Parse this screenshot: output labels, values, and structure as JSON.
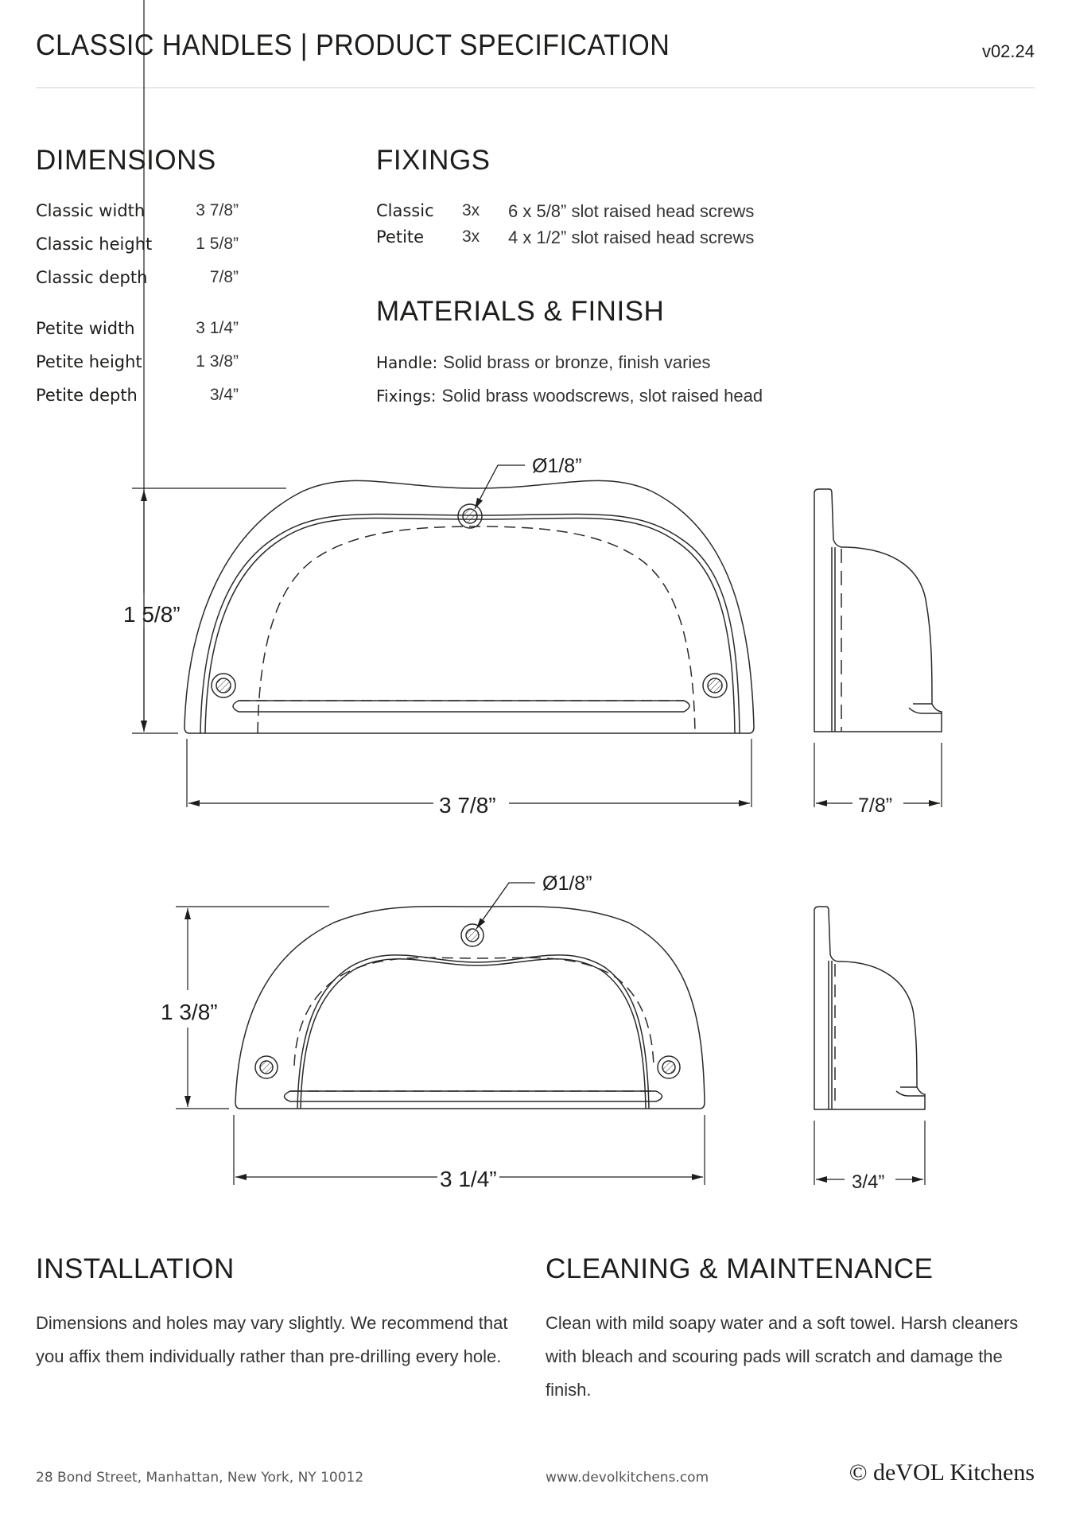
{
  "header": {
    "title": "CLASSIC HANDLES  |  PRODUCT SPECIFICATION",
    "version": "v02.24"
  },
  "dimensions": {
    "title": "DIMENSIONS",
    "rows": [
      {
        "label": "Classic width",
        "value": "3 7/8”"
      },
      {
        "label": "Classic height",
        "value": "1 5/8”"
      },
      {
        "label": "Classic depth",
        "value": "7/8”"
      },
      {
        "label": "Petite width",
        "value": "3 1/4”"
      },
      {
        "label": "Petite height",
        "value": "1 3/8”"
      },
      {
        "label": "Petite depth",
        "value": "3/4”"
      }
    ]
  },
  "fixings": {
    "title": "FIXINGS",
    "rows": [
      {
        "name": "Classic",
        "qty": "3x",
        "desc": "6 x 5/8” slot raised head screws"
      },
      {
        "name": "Petite",
        "qty": "3x",
        "desc": "4 x 1/2” slot raised head screws"
      }
    ]
  },
  "materials": {
    "title": "MATERIALS & FINISH",
    "rows": [
      {
        "key": "Handle:",
        "value": "Solid brass or bronze, finish varies"
      },
      {
        "key": "Fixings:",
        "value": "Solid brass woodscrews, slot raised head"
      }
    ]
  },
  "drawings": {
    "classic": {
      "hole_label": "Ø1/8”",
      "height_label": "1 5/8”",
      "width_label": "3 7/8”",
      "depth_label": "7/8”"
    },
    "petite": {
      "hole_label": "Ø1/8”",
      "height_label": "1 3/8”",
      "width_label": "3 1/4”",
      "depth_label": "3/4”"
    }
  },
  "installation": {
    "title": "INSTALLATION",
    "text": "Dimensions and holes may vary slightly. We recommend that you affix them individually rather than pre-drilling every hole."
  },
  "cleaning": {
    "title": "CLEANING & MAINTENANCE",
    "text": "Clean with mild soapy water and a soft towel. Harsh cleaners with bleach and scouring pads will scratch and damage the finish."
  },
  "footer": {
    "address": "28 Bond Street, Manhattan, New York, NY 10012",
    "website": "www.devolkitchens.com",
    "brand": "© deVOL Kitchens"
  },
  "colors": {
    "text": "#1d1d1b",
    "rule": "#cfd3d3",
    "line": "#2a2a2a"
  }
}
